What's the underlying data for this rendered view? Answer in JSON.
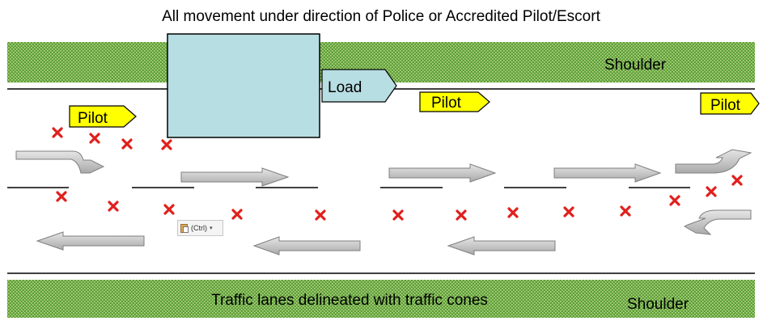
{
  "title": "All movement under direction of Police or Accredited Pilot/Escort",
  "labels": {
    "shoulder_top": "Shoulder",
    "shoulder_bottom": "Shoulder",
    "cones_note": "Traffic lanes delineated with traffic cones",
    "load": "Load",
    "pilot": "Pilot"
  },
  "paste_button": {
    "label": "(Ctrl)",
    "icon": "clipboard-paste-icon"
  },
  "colors": {
    "shoulder": "#5e9e3a",
    "load_fill": "#b7dee2",
    "pilot_fill": "#ffff00",
    "cone": "#e0201c",
    "arrow_fill": "#bfbfbf",
    "arrow_stroke": "#7f7f7f"
  },
  "icons": {
    "cone": "x-mark-icon",
    "traffic": "arrow-icon"
  }
}
